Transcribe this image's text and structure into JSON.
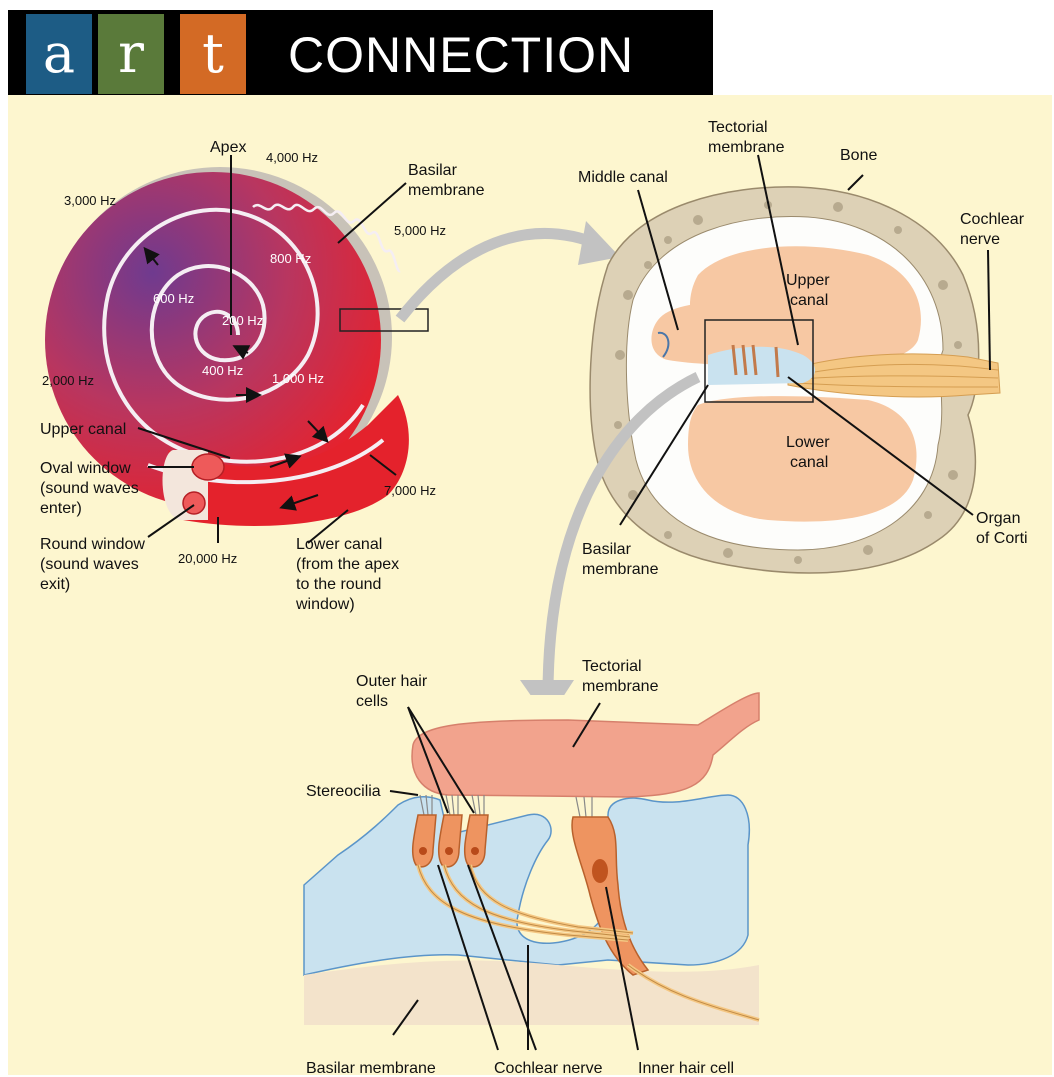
{
  "header": {
    "letters": [
      "a",
      "r",
      "t"
    ],
    "letter_colors": [
      "#1d5c85",
      "#5a7a3a",
      "#d36a25"
    ],
    "title": "CONNECTION"
  },
  "colors": {
    "panel": "#fdf6cf",
    "cochlea_inner": "#7b3e8e",
    "cochlea_outer": "#e4222c",
    "bone": "#ddd1b6",
    "canal": "#f7c8a3",
    "tissue": "#c9e2ef",
    "membrane": "#f2a38d",
    "hair_cell": "#ee9460",
    "nerve": "#f4c783"
  },
  "spiral": {
    "labels": {
      "apex": "Apex",
      "basilar": [
        "Basilar",
        "membrane"
      ],
      "upper_canal": "Upper canal",
      "oval": [
        "Oval window",
        "(sound waves",
        "enter)"
      ],
      "round": [
        "Round window",
        "(sound waves",
        "exit)"
      ],
      "lower": [
        "Lower canal",
        "(from the apex",
        "to the round",
        "window)"
      ]
    },
    "frequencies": [
      "4,000 Hz",
      "3,000 Hz",
      "5,000 Hz",
      "800 Hz",
      "600 Hz",
      "200 Hz",
      "400 Hz",
      "1,000 Hz",
      "2,000 Hz",
      "7,000 Hz",
      "20,000 Hz"
    ]
  },
  "cross_section": {
    "labels": {
      "tectorial": [
        "Tectorial",
        "membrane"
      ],
      "bone": "Bone",
      "middle": "Middle canal",
      "cochlear": [
        "Cochlear",
        "nerve"
      ],
      "upper": [
        "Upper",
        "canal"
      ],
      "lower": [
        "Lower",
        "canal"
      ],
      "organ": [
        "Organ",
        "of Corti"
      ],
      "basilar": [
        "Basilar",
        "membrane"
      ]
    }
  },
  "detail": {
    "labels": {
      "outer_hair": [
        "Outer hair",
        "cells"
      ],
      "tectorial": [
        "Tectorial",
        "membrane"
      ],
      "stereocilia": "Stereocilia",
      "basilar": "Basilar membrane",
      "nerve": "Cochlear nerve",
      "inner": "Inner hair cell"
    }
  }
}
